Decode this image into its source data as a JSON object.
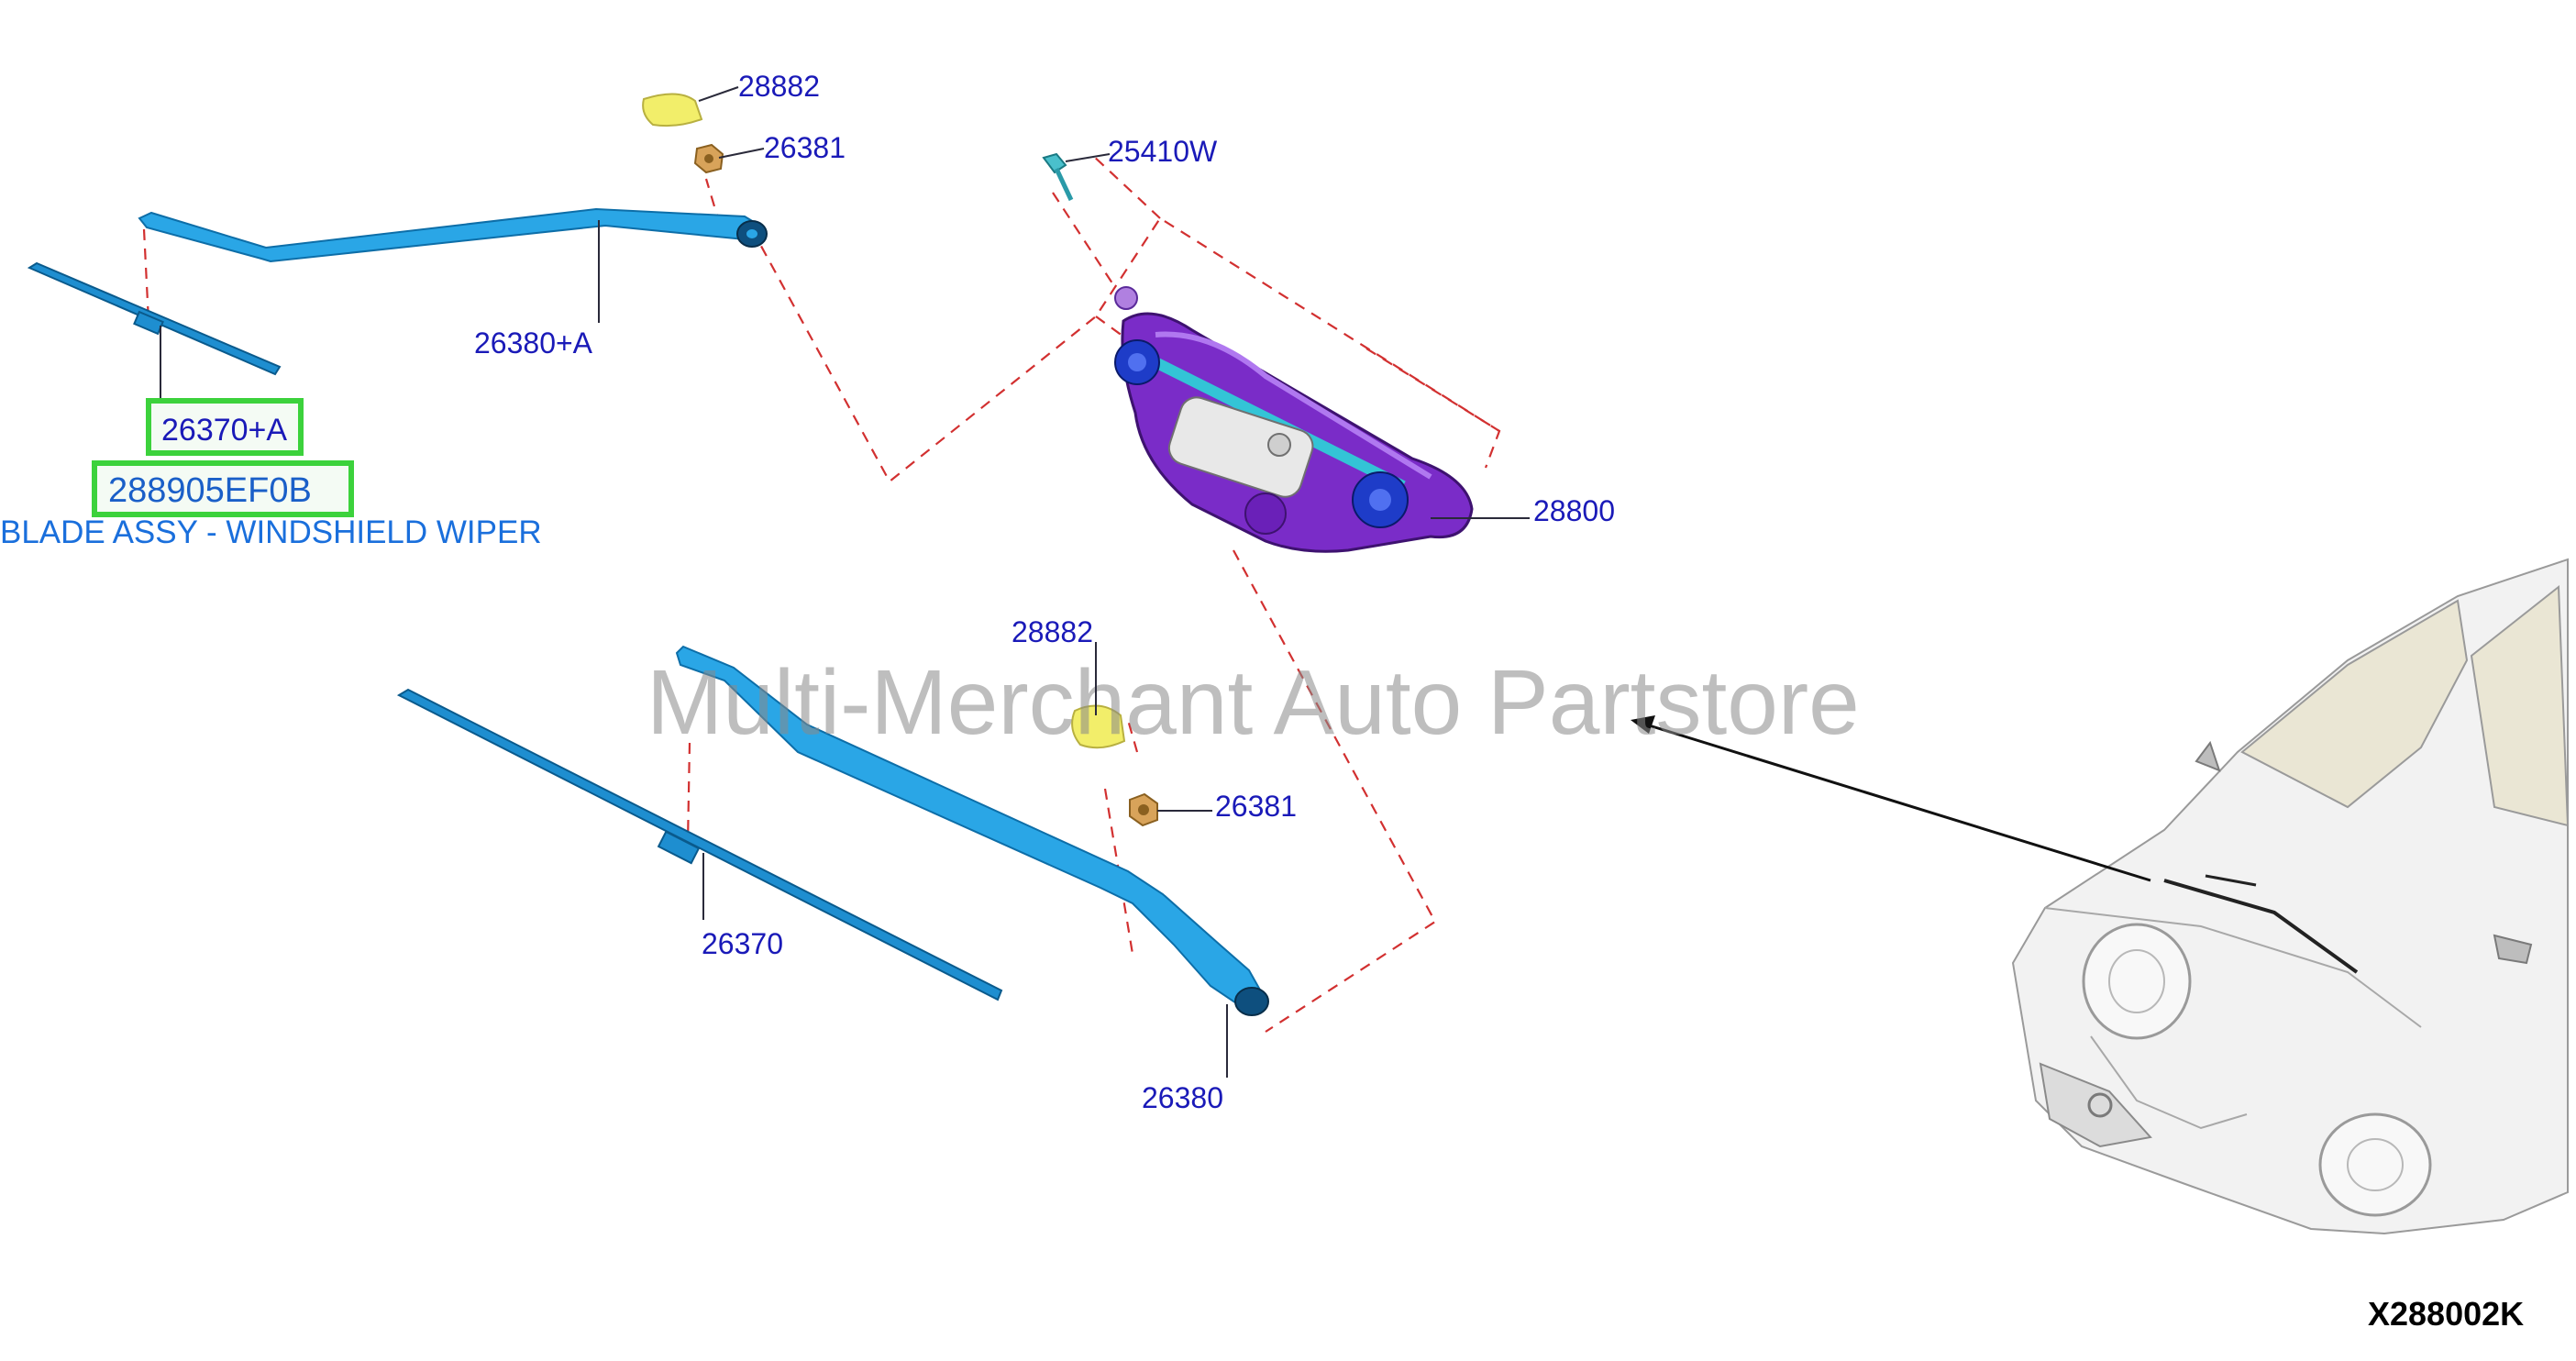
{
  "callouts": {
    "c28882_top": "28882",
    "c26381_top": "26381",
    "c25410w": "25410W",
    "c26380a": "26380+A",
    "c26370a": "26370+A",
    "c28800": "28800",
    "c28882_mid": "28882",
    "c26381_mid": "26381",
    "c26370": "26370",
    "c26380": "26380"
  },
  "highlight": {
    "part_number": "288905EF0B",
    "description": "BLADE ASSY - WINDSHIELD WIPER"
  },
  "watermark": "Multi-Merchant Auto Partstore",
  "diagram_code": "X288002K",
  "colors": {
    "callout_text": "#1a1ab8",
    "highlight_border": "#3cd23c",
    "wiper_arm": "#2aa6e6",
    "motor_harness": "#7a2cc8",
    "cap": "#f2ee6a",
    "nut": "#d8a35a",
    "dashed_lines": "#d23030"
  }
}
